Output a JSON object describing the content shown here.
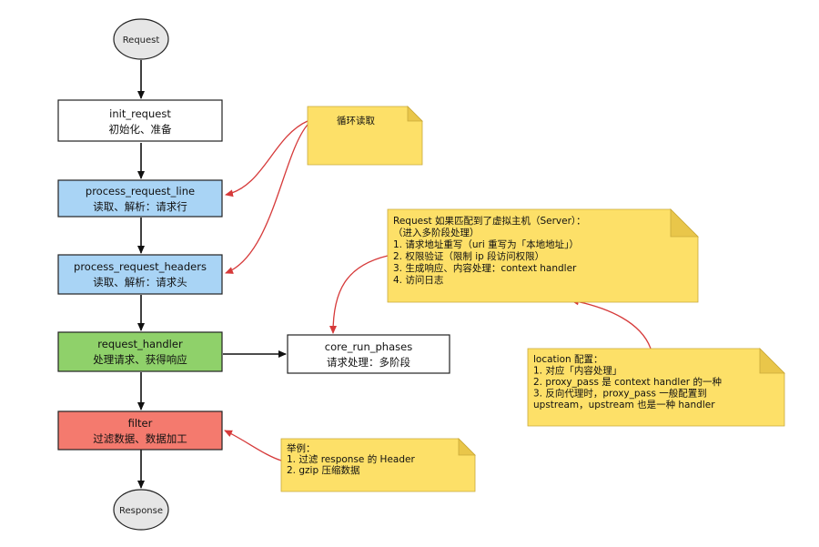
{
  "terminals": {
    "start": "Request",
    "end": "Response"
  },
  "nodes": {
    "init_request": {
      "title": "init_request",
      "subtitle": "初始化、准备",
      "fill": "#ffffff"
    },
    "process_request_line": {
      "title": "process_request_line",
      "subtitle": "读取、解析：请求行",
      "fill": "#a9d4f5"
    },
    "process_request_headers": {
      "title": "process_request_headers",
      "subtitle": "读取、解析：请求头",
      "fill": "#a9d4f5"
    },
    "request_handler": {
      "title": "request_handler",
      "subtitle": "处理请求、获得响应",
      "fill": "#8fd16a"
    },
    "filter": {
      "title": "filter",
      "subtitle": "过滤数据、数据加工",
      "fill": "#f47a6e"
    },
    "core_run_phases": {
      "title": "core_run_phases",
      "subtitle": "请求处理：多阶段",
      "fill": "#ffffff"
    }
  },
  "notes": {
    "loop_read": {
      "lines": [
        "循环读取"
      ]
    },
    "server_match": {
      "lines": [
        "Request 如果匹配到了虚拟主机（Server）：",
        "（进入多阶段处理）",
        "",
        "1. 请求地址重写（uri 重写为「本地地址」）",
        "2. 权限验证（限制 ip 段访问权限）",
        "3. 生成响应、内容处理：context handler",
        "4. 访问日志"
      ]
    },
    "location": {
      "lines": [
        "location 配置：",
        "",
        "1. 对应「内容处理」",
        "2. proxy_pass 是 context handler 的一种",
        "3. 反向代理时，proxy_pass 一般配置到",
        "upstream，upstream 也是一种 handler"
      ]
    },
    "filter_example": {
      "lines": [
        "举例：",
        "",
        "1. 过滤 response 的 Header",
        "2. gzip 压缩数据"
      ]
    }
  },
  "colors": {
    "note_fill": "#fde068",
    "note_fold": "#e9c64a",
    "callout": "#d63a3a",
    "flow": "#111111",
    "terminal_fill": "#e6e6e6"
  }
}
